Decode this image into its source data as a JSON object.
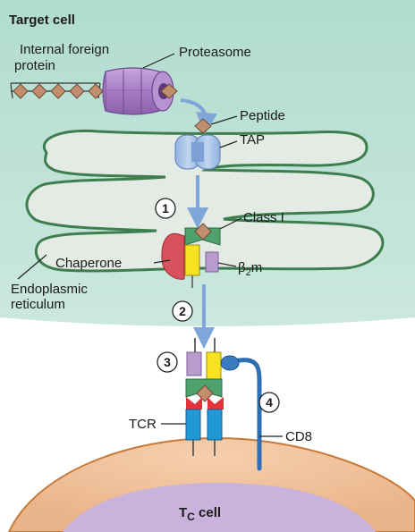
{
  "labels": {
    "target_cell": "Target cell",
    "internal_foreign_protein_line1": "Internal foreign",
    "internal_foreign_protein_line2": "protein",
    "proteasome": "Proteasome",
    "peptide": "Peptide",
    "tap": "TAP",
    "class_i": "Class I",
    "chaperone": "Chaperone",
    "beta2m_main": "β",
    "beta2m_sub": "2",
    "beta2m_suffix": "m",
    "er_line1": "Endoplasmic",
    "er_line2": "reticulum",
    "tcr": "TCR",
    "cd8": "CD8",
    "tc_cell_main": "T",
    "tc_cell_sub": "C",
    "tc_cell_suffix": " cell"
  },
  "steps": [
    "1",
    "2",
    "3",
    "4"
  ],
  "colors": {
    "target_cell_fill": "#b4ddd1",
    "er_fill": "#e4ebe4",
    "er_stroke": "#3e7e4e",
    "tc_cell_fill": "#f1c29c",
    "tc_cell_stroke": "#c77a3a",
    "tc_nucleus": "#c9b2dc",
    "peptide": "#c28f6e",
    "proteasome": "#b98ccf",
    "tap": "#a4bfe6",
    "arrow": "#7fa6d8",
    "chaperone": "#d7525c",
    "class_i_alpha": "#f7e21f",
    "beta2m": "#b79ccd",
    "mhc_groove": "#4fa16d",
    "tcr_red": "#e4323a",
    "tcr_blue": "#2199d6",
    "cd8": "#2f6fb4"
  }
}
